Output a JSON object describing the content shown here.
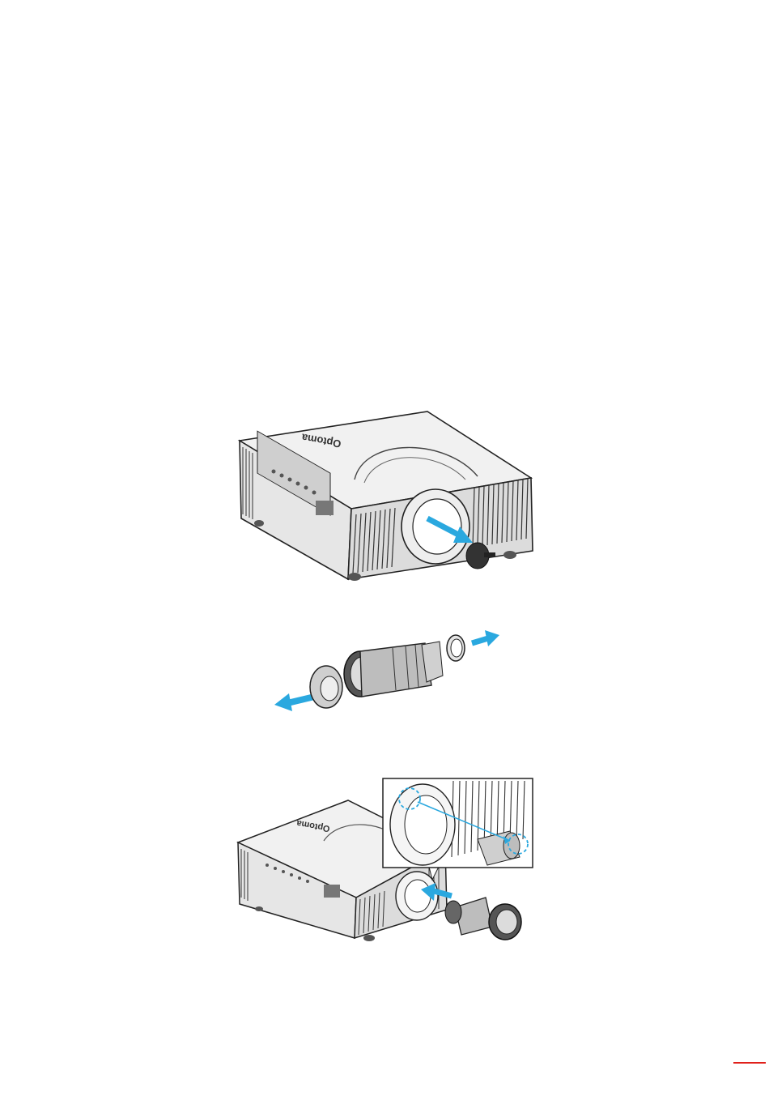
{
  "page": {
    "accent_color": "#e0201b",
    "arrow_color": "#2aa8df"
  },
  "figures": [
    {
      "id": "remove-lens-cover",
      "logo": "Optoma"
    },
    {
      "id": "remove-lens-caps"
    },
    {
      "id": "insert-lens",
      "logo": "Optoma"
    }
  ]
}
